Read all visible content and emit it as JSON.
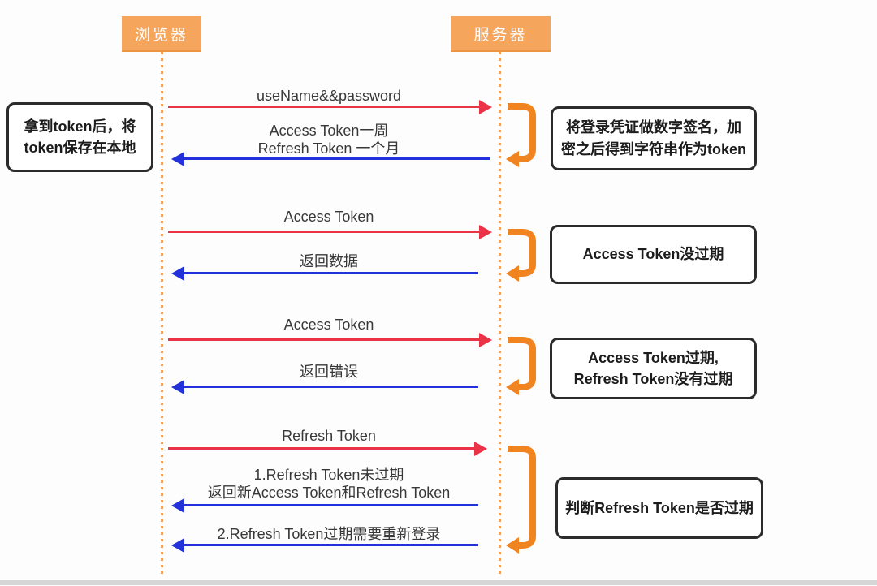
{
  "colors": {
    "actor_bg": "#f6a55c",
    "actor_text": "#ffffff",
    "lifeline": "#f1a257",
    "request": "#ea3346",
    "response": "#2231d9",
    "loop": "#f08421",
    "note_border": "#2b2b2b",
    "note_text": "#1c1c1c",
    "label_text": "#383838",
    "footer_bar": "#d6d6d6",
    "page_bg": "#fdfdfd"
  },
  "actors": {
    "browser": {
      "label": "浏览器"
    },
    "server": {
      "label": "服务器"
    }
  },
  "notes": {
    "browser_note": {
      "lines": [
        "拿到token后，将",
        "token保存在本地"
      ]
    },
    "server_note_1": {
      "lines": [
        "将登录凭证做数字签名，加",
        "密之后得到字符串作为token"
      ]
    },
    "server_note_2": {
      "lines": [
        "Access Token没过期"
      ]
    },
    "server_note_3": {
      "lines": [
        "Access Token过期,",
        "Refresh Token没有过期"
      ]
    },
    "server_note_4": {
      "lines": [
        "判断Refresh Token是否过期"
      ]
    }
  },
  "messages": {
    "m1": {
      "direction": "request",
      "lines": [
        "useName&&password"
      ]
    },
    "m2": {
      "direction": "response",
      "lines": [
        "Access Token一周",
        "Refresh Token 一个月"
      ]
    },
    "m3": {
      "direction": "request",
      "lines": [
        "Access Token"
      ]
    },
    "m4": {
      "direction": "response",
      "lines": [
        "返回数据"
      ]
    },
    "m5": {
      "direction": "request",
      "lines": [
        "Access Token"
      ]
    },
    "m6": {
      "direction": "response",
      "lines": [
        "返回错误"
      ]
    },
    "m7": {
      "direction": "request",
      "lines": [
        "Refresh Token"
      ]
    },
    "m8": {
      "direction": "response",
      "lines": [
        "1.Refresh Token未过期",
        "返回新Access Token和Refresh Token"
      ]
    },
    "m9": {
      "direction": "response",
      "lines": [
        "2.Refresh Token过期需要重新登录"
      ]
    }
  }
}
